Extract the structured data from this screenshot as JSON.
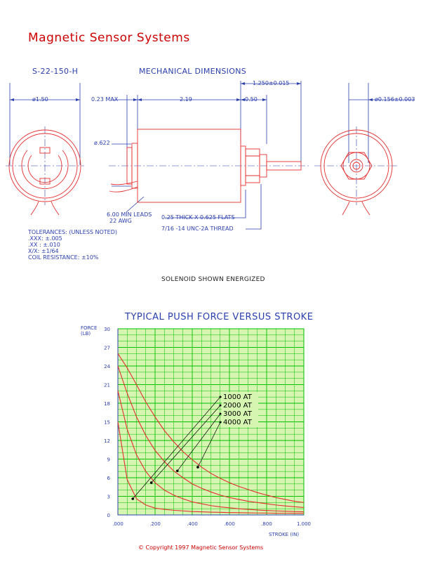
{
  "header": {
    "company": "Magnetic Sensor Systems",
    "part_number": "S-22-150-H",
    "section_title": "MECHANICAL DIMENSIONS"
  },
  "dimensions": {
    "body_diameter": "ø1.50",
    "lead_out": "0.23 MAX",
    "body_length": "2.19",
    "flat_length": "0.50",
    "plunger_extension": "1.250±0.015",
    "plunger_diameter": "ø0.156±0.003",
    "boss_diameter": "ø.622",
    "leads": "6.00 MIN LEADS",
    "awg": "22 AWG",
    "flats": "0.25 THICK X 0.625 FLATS",
    "thread": "7/16 -14 UNC-2A THREAD"
  },
  "tolerances": {
    "title": "TOLERANCES: (UNLESS NOTED)",
    "xxx": ".XXX: ±.005",
    "xx": ".XX : ±.010",
    "frac": "X/X:  ±1/64",
    "coil": "COIL RESISTANCE: ±10%"
  },
  "note": "SOLENOID SHOWN ENERGIZED",
  "chart_data": {
    "type": "line",
    "title": "TYPICAL PUSH FORCE VERSUS STROKE",
    "ylabel": [
      "FORCE",
      "(LB)"
    ],
    "xlabel": "STROKE (IN)",
    "xlim": [
      0,
      1
    ],
    "ylim": [
      0,
      30
    ],
    "x_ticks": [
      ".000",
      ".200",
      ".400",
      ".600",
      ".800",
      "1.000"
    ],
    "y_ticks": [
      "0",
      "3",
      "6",
      "9",
      "12",
      "15",
      "18",
      "21",
      "24",
      "27",
      "30"
    ],
    "grid": true,
    "colors": {
      "grid": "#00c000",
      "background": "#d6f5b0",
      "curve": "#e53030",
      "axis": "#2a3fae"
    },
    "x": [
      0,
      0.05,
      0.1,
      0.15,
      0.2,
      0.25,
      0.3,
      0.35,
      0.4,
      0.45,
      0.5,
      0.55,
      0.6,
      0.65,
      0.7,
      0.75,
      0.8,
      0.85,
      0.9,
      0.95,
      1.0
    ],
    "series": [
      {
        "name": "1000 AT",
        "values": [
          15.0,
          5.7,
          2.6,
          1.6,
          1.1,
          0.9,
          0.75,
          0.65,
          0.55,
          0.5,
          0.45,
          0.42,
          0.38,
          0.36,
          0.33,
          0.31,
          0.3,
          0.28,
          0.27,
          0.26,
          0.25
        ]
      },
      {
        "name": "2000 AT",
        "values": [
          20.0,
          13.8,
          9.7,
          7.0,
          5.2,
          4.0,
          3.2,
          2.6,
          2.1,
          1.8,
          1.5,
          1.3,
          1.15,
          1.0,
          0.9,
          0.8,
          0.72,
          0.65,
          0.6,
          0.55,
          0.5
        ]
      },
      {
        "name": "3000 AT",
        "values": [
          24.0,
          19.6,
          15.8,
          12.8,
          10.4,
          8.6,
          7.1,
          6.0,
          5.0,
          4.3,
          3.7,
          3.2,
          2.8,
          2.5,
          2.2,
          2.0,
          1.8,
          1.6,
          1.45,
          1.32,
          1.2
        ]
      },
      {
        "name": "4000 AT",
        "values": [
          26.0,
          23.7,
          21.0,
          18.2,
          15.8,
          13.6,
          11.8,
          10.2,
          8.9,
          7.7,
          6.7,
          5.9,
          5.2,
          4.6,
          4.1,
          3.6,
          3.2,
          2.8,
          2.5,
          2.2,
          2.0
        ]
      }
    ],
    "legend_position": "center-right"
  },
  "footer": {
    "copyright": "© Copyright 1997 Magnetic Sensor Systems"
  }
}
